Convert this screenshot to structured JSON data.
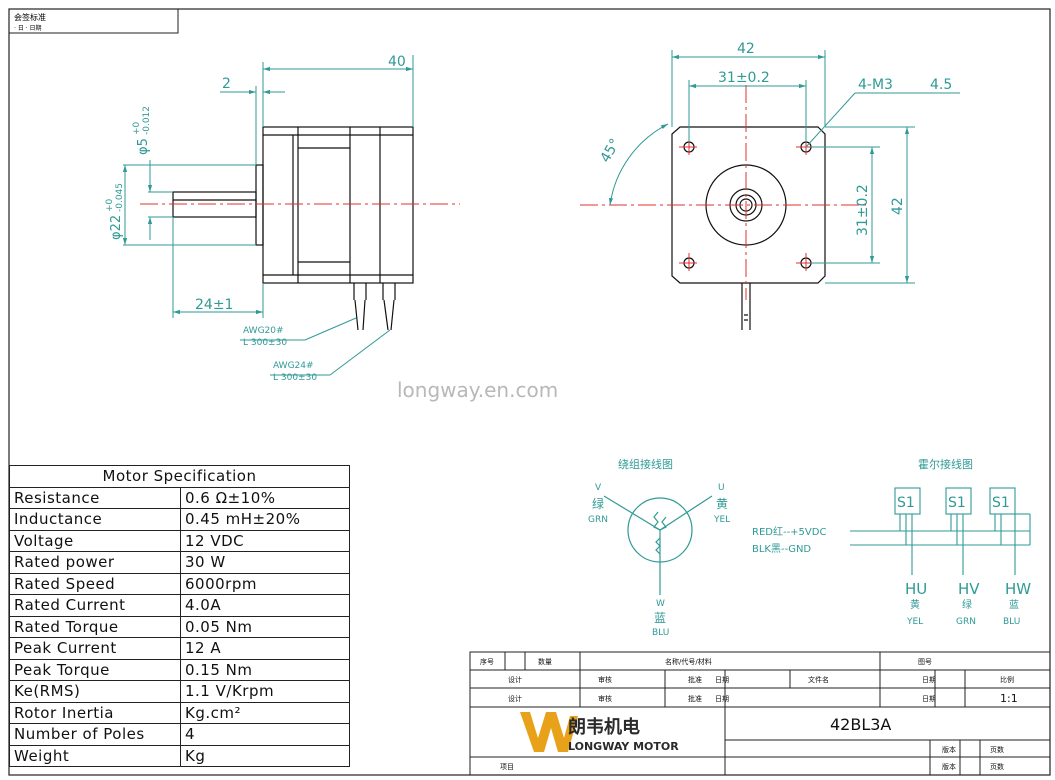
{
  "top_left_box": {
    "line1": "会签标准",
    "line2": "· 日  · 日期"
  },
  "watermark": "longway.en.com",
  "side_view": {
    "dim_length": "40",
    "dim_flange": "2",
    "dim_shaft_dia": "φ5",
    "dim_shaft_tol_upper": "+0",
    "dim_shaft_tol_lower": "-0.012",
    "dim_boss_dia": "φ22",
    "dim_boss_tol_upper": "+0",
    "dim_boss_tol_lower": "-0.045",
    "dim_shaft_len": "24±1",
    "wire1_spec": "AWG20#",
    "wire1_len": "L 300±30",
    "wire2_spec": "AWG24#",
    "wire2_len": "L 300±30"
  },
  "front_view": {
    "dim_width": "42",
    "dim_hole_x": "31±0.2",
    "dim_hole_spec": "4-M3",
    "dim_hole_depth": "4.5",
    "dim_angle": "45°",
    "dim_hole_y": "31±0.2",
    "dim_height": "42"
  },
  "winding": {
    "title": "绕组接线图",
    "v_label": "V",
    "v_cn": "绿",
    "v_en": "GRN",
    "u_label": "U",
    "u_cn": "黄",
    "u_en": "YEL",
    "w_label": "W",
    "w_cn": "蓝",
    "w_en": "BLU"
  },
  "hall": {
    "title": "霍尔接线图",
    "sensor": "S1",
    "red": "RED红--+5VDC",
    "blk": "BLK黑--GND",
    "hu": "HU",
    "hu_cn": "黄",
    "hu_en": "YEL",
    "hv": "HV",
    "hv_cn": "绿",
    "hv_en": "GRN",
    "hw": "HW",
    "hw_cn": "蓝",
    "hw_en": "BLU"
  },
  "spec_table": {
    "title": "Motor Specification",
    "rows": [
      {
        "label": "Resistance",
        "value": "0.6  Ω±10%"
      },
      {
        "label": "Inductance",
        "value": "0.45  mH±20%"
      },
      {
        "label": "Voltage",
        "value": "12  VDC"
      },
      {
        "label": "Rated power",
        "value": "30  W"
      },
      {
        "label": "Rated Speed",
        "value": "6000rpm"
      },
      {
        "label": "Rated Current",
        "value": "4.0A"
      },
      {
        "label": "Rated Torque",
        "value": "0.05  Nm"
      },
      {
        "label": "Peak Current",
        "value": "12  A"
      },
      {
        "label": "Peak Torque",
        "value": "0.15  Nm"
      },
      {
        "label": "Ke(RMS)",
        "value": "1.1  V/Krpm"
      },
      {
        "label": "Rotor Inertia",
        "value": "Kg.cm²"
      },
      {
        "label": "Number of Poles",
        "value": "4"
      },
      {
        "label": "Weight",
        "value": "Kg"
      }
    ]
  },
  "title_block": {
    "seq": "序号",
    "qty": "数量",
    "name": "名称/代号/材料",
    "drawing_no": "图号",
    "design": "设计",
    "review": "审核",
    "approve": "批准",
    "date": "日期",
    "file_name": "文件名",
    "date2": "日期",
    "scale": "比例",
    "scale_value": "1:1",
    "company_cn": "朗韦机电",
    "company_en": "LONGWAY MOTOR",
    "model": "42BL3A",
    "version": "版本",
    "page": "页数",
    "project": "项目"
  }
}
